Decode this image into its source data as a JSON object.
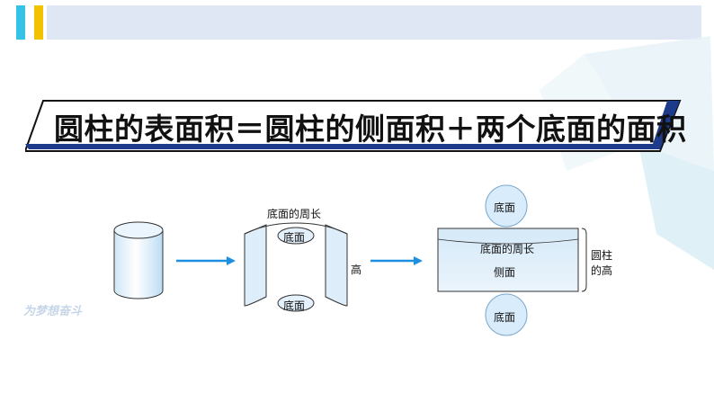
{
  "title": "圆柱的表面积＝圆柱的侧面积＋两个底面的面积",
  "labels": {
    "base_perimeter": "底面的周长",
    "base": "底面",
    "height": "高",
    "side": "侧面",
    "cylinder_height_line1": "圆柱",
    "cylinder_height_line2": "的高"
  },
  "watermark": "为梦想奋斗",
  "colors": {
    "accent_cyan": "#36c2e6",
    "accent_yellow": "#f2c200",
    "band": "#dfe7f5",
    "title_bar": "#1e3a8a",
    "arrow": "#1c8fe0",
    "circle_fill": "#d9ecfb"
  }
}
